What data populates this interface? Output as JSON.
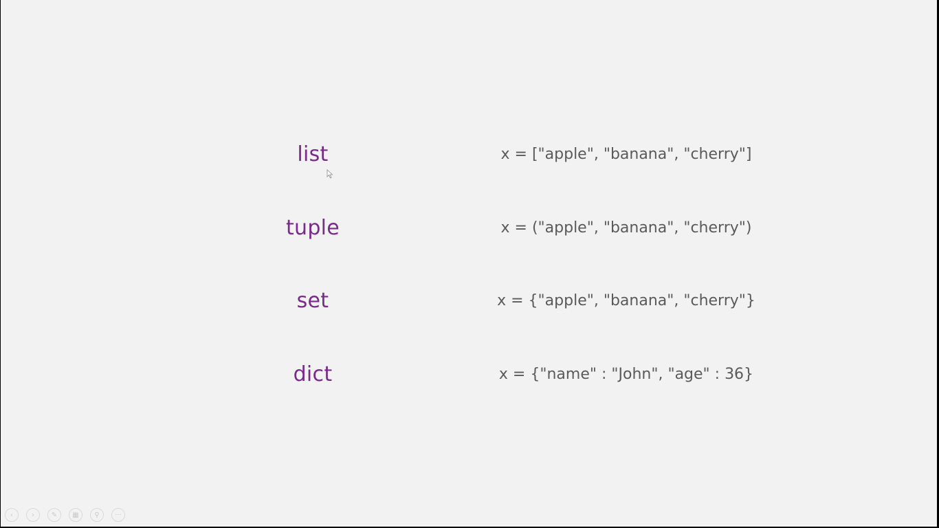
{
  "rows": [
    {
      "term": "list",
      "code": "x = [\"apple\", \"banana\", \"cherry\"]"
    },
    {
      "term": "tuple",
      "code": "x = (\"apple\", \"banana\", \"cherry\")"
    },
    {
      "term": "set",
      "code": "x = {\"apple\", \"banana\", \"cherry\"}"
    },
    {
      "term": "dict",
      "code": "x = {\"name\" : \"John\", \"age\" : 36}"
    }
  ],
  "toolbar": {
    "icons": [
      "previous-icon",
      "next-icon",
      "pen-icon",
      "slides-grid-icon",
      "zoom-icon",
      "more-options-icon"
    ],
    "glyphs": [
      "‹",
      "›",
      "✎",
      "▦",
      "⚲",
      "···"
    ]
  },
  "colors": {
    "background": "#f2f2f2",
    "term": "#7a2a8c",
    "code": "#5a5a5a",
    "frame": "#000000"
  }
}
